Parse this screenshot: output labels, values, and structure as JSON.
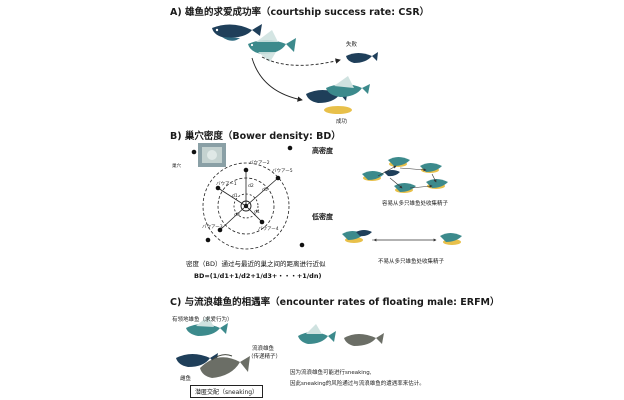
{
  "section_a": {
    "title": "A) 雄鱼的求爱成功率（courtship success rate: CSR）",
    "fail_label": "失败",
    "success_label": "成功"
  },
  "section_b": {
    "title": "B) 巢穴密度（Bower density: BD）",
    "nest_label": "巢穴",
    "bower_labels": [
      "バウアー1",
      "バウアー2",
      "バウアー3",
      "バウアー4",
      "バウアー5"
    ],
    "distance_labels": [
      "d1",
      "d2",
      "d3",
      "d4",
      "d5"
    ],
    "high_density": "高密度",
    "high_caption": "容易从多只雄鱼处收集精子",
    "low_density": "低密度",
    "low_caption": "不易从多只雄鱼处收集精子",
    "formula_text": "密度（BD）通过与最近的巢之间的距离进行近似",
    "formula": "BD=(1/d1+1/d2+1/d3+・・・+1/dn)"
  },
  "section_c": {
    "title": "C) 与流浪雄鱼的相遇率（encounter rates of floating male: ERFM）",
    "territorial_label": "有领地雄鱼（求爱行为）",
    "floating_label": "流浪雄鱼",
    "floating_sub": "（传递精子）",
    "female_label": "雌鱼",
    "sneaking_box": "潜匿交配（sneaking）",
    "note_line1": "因为流浪雄鱼可能进行sneaking,",
    "note_line2": "因此sneaking的风险通过与流浪雄鱼的遭遇率来估计。"
  },
  "colors": {
    "fish_dark": "#1f3f5a",
    "fish_teal": "#3c8a8c",
    "fish_gray": "#6b6e66",
    "sand": "#e8c04a"
  }
}
